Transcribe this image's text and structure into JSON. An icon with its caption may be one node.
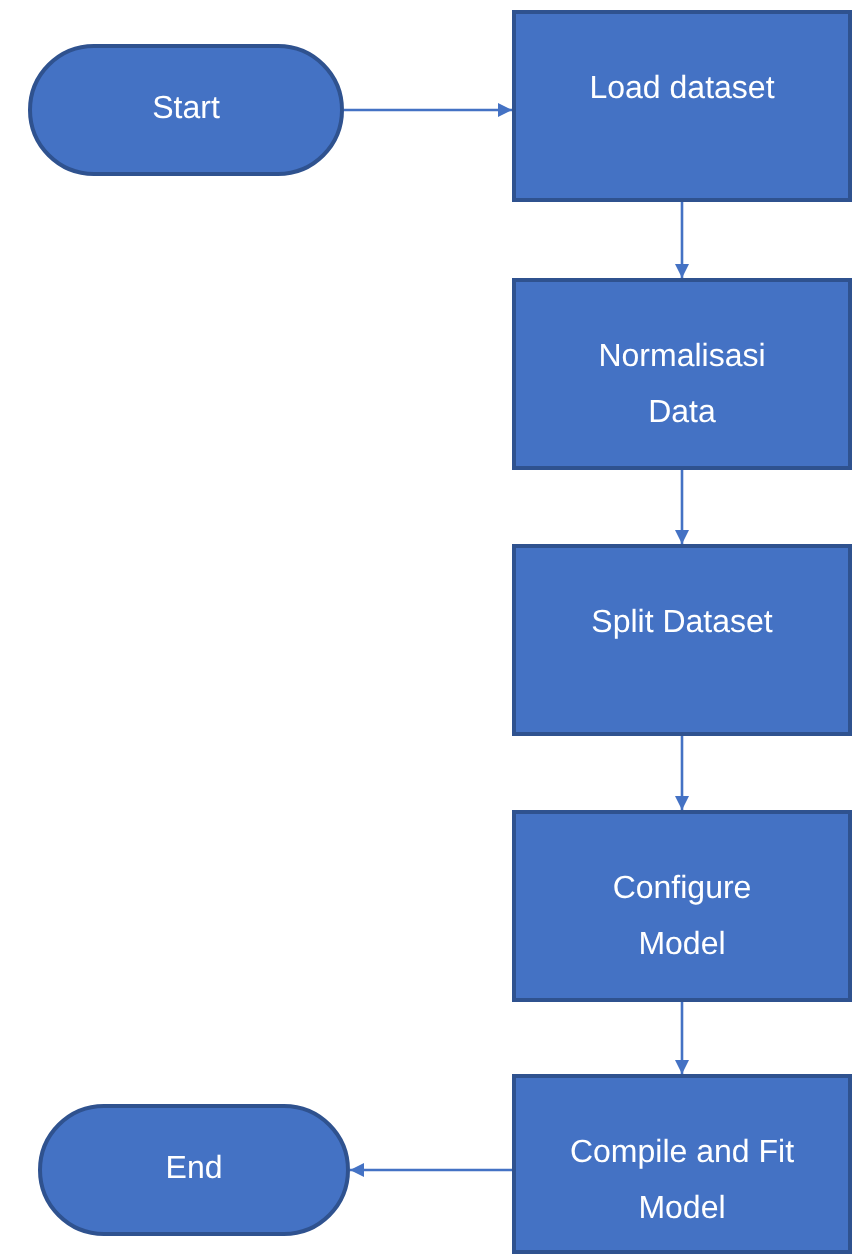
{
  "diagram": {
    "nodes": [
      {
        "text": [
          "Start"
        ]
      },
      {
        "text": [
          "Load dataset"
        ]
      },
      {
        "text": [
          "Normalisasi Data"
        ]
      },
      {
        "text": [
          "Split Dataset"
        ]
      },
      {
        "text": [
          "Configure Model"
        ]
      },
      {
        "text": [
          "Compile and Fit Model"
        ]
      },
      {
        "text": [
          "End"
        ]
      }
    ],
    "edges": [
      {
        "from": 0,
        "to": 1,
        "arrow": "to"
      },
      {
        "from": 1,
        "to": 2,
        "arrow": "to"
      },
      {
        "from": 2,
        "to": 3,
        "arrow": "to"
      },
      {
        "from": 3,
        "to": 4,
        "arrow": "to"
      },
      {
        "from": 4,
        "to": 5,
        "arrow": "to"
      },
      {
        "from": 5,
        "to": 6,
        "arrow": "to"
      }
    ]
  }
}
